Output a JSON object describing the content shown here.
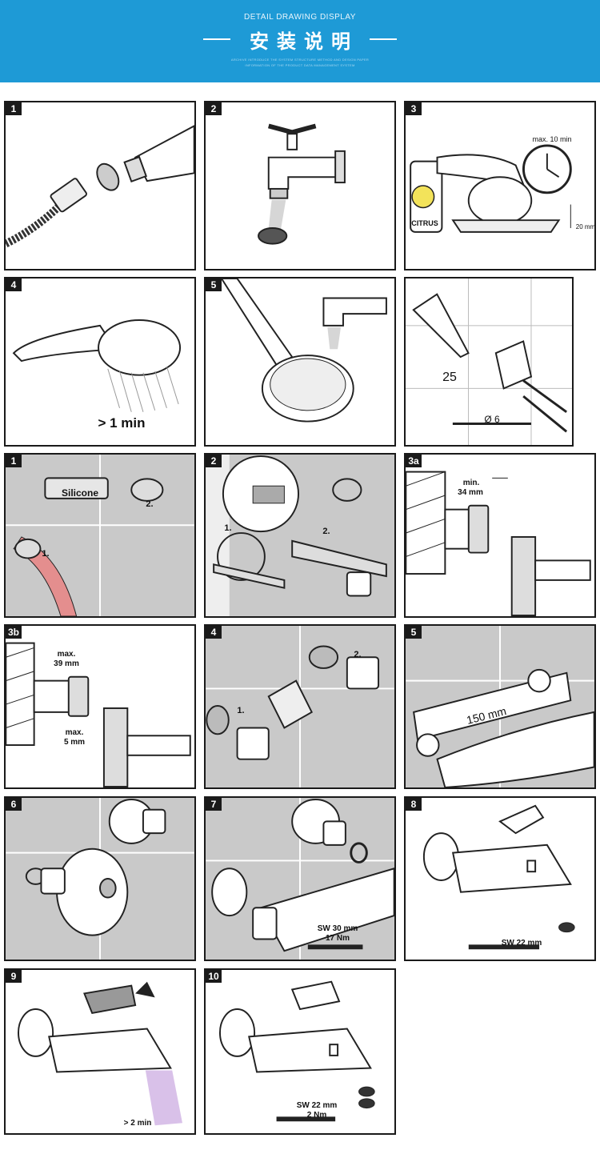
{
  "header": {
    "subtitle_en": "DETAIL DRAWING DISPLAY",
    "title_cn": "安装说明",
    "fine_print_1": "ARCHIVE INTRODUCE THE SYSTEM STRUCTURE METHOD AND DESIGN PAPER",
    "fine_print_2": "INFORMATION OF THE PRODUCT DATA MANAGEMENT SYSTEM"
  },
  "panels": [
    {
      "num": "1"
    },
    {
      "num": "2"
    },
    {
      "num": "3",
      "clock_label": "max. 10 min",
      "bottle_label": "CITRUS",
      "depth_label": "20 mm"
    },
    {
      "num": "4",
      "duration": "> 1 min"
    },
    {
      "num": "5"
    },
    {
      "num": "",
      "dim_25": "25",
      "drill": "Ø 6"
    },
    {
      "num": "1",
      "sealant": "Silicone",
      "step1": "1.",
      "step2": "2."
    },
    {
      "num": "2",
      "step1": "1.",
      "step2": "2."
    },
    {
      "num": "3a",
      "min_label": "min.",
      "min_value": "34 mm"
    },
    {
      "num": "3b",
      "max_label": "max.",
      "max_value": "39 mm",
      "max2_label": "max.",
      "max2_value": "5 mm"
    },
    {
      "num": "4",
      "step1": "1.",
      "step2": "2."
    },
    {
      "num": "5",
      "dist": "150 mm"
    },
    {
      "num": "6"
    },
    {
      "num": "7",
      "wrench1": "SW 30 mm",
      "torque1": "17 Nm"
    },
    {
      "num": "8",
      "wrench": "SW 22 mm"
    },
    {
      "num": "9",
      "duration": "> 2 min"
    },
    {
      "num": "10",
      "wrench": "SW 22 mm",
      "torque": "2 Nm"
    }
  ]
}
